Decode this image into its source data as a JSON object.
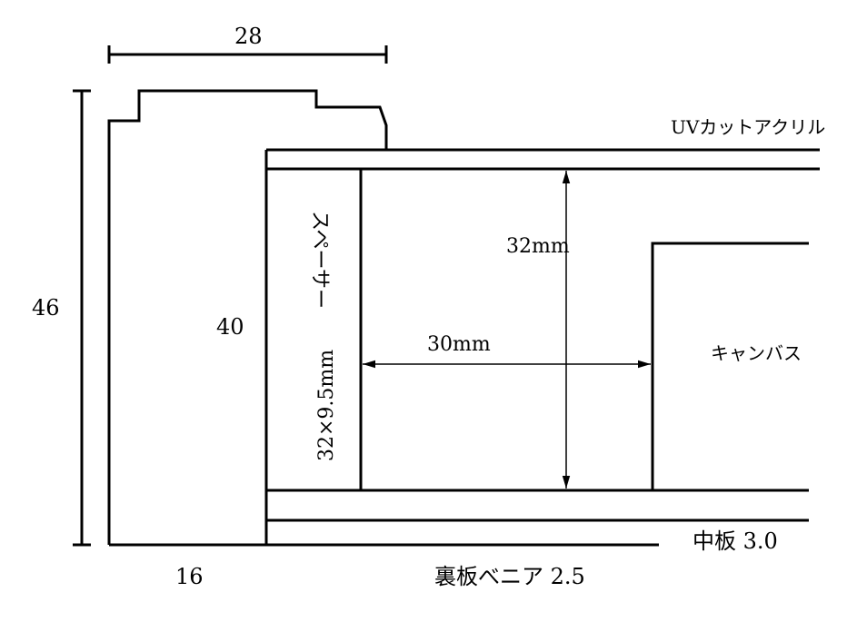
{
  "dimensions": {
    "frame_width": "28",
    "frame_height": "46",
    "inner_height": "40",
    "rabbet_width": "16",
    "spacer_depth": "32mm",
    "spacer_gap": "30mm"
  },
  "labels": {
    "acrylic": "UVカットアクリル",
    "spacer_name": "スペーサー",
    "spacer_size": "32×9.5mm",
    "canvas": "キャンバス",
    "middle_board": "中板 3.0",
    "back_board": "裏板べニア 2.5"
  },
  "colors": {
    "line": "#000000",
    "background": "#ffffff"
  }
}
